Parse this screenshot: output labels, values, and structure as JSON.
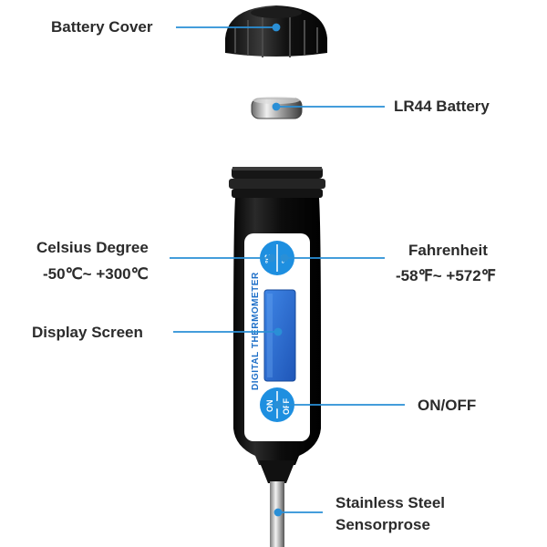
{
  "labels": {
    "battery_cover": "Battery Cover",
    "battery": "LR44 Battery",
    "celsius_title": "Celsius Degree",
    "celsius_range": "-50℃~ +300℃",
    "fahrenheit_title": "Fahrenheit",
    "fahrenheit_range": "-58℉~ +572℉",
    "display_screen": "Display Screen",
    "on_off": "ON/OFF",
    "probe_line1": "Stainless Steel",
    "probe_line2": "Sensorprose"
  },
  "device": {
    "vertical_text": "DIGITAL THERMOMETER",
    "top_button_top": "°C",
    "top_button_bottom": "°F",
    "bottom_button_top": "ON",
    "bottom_button_bottom": "OFF"
  },
  "colors": {
    "leader_line": "#2a8fd6",
    "button_blue": "#1e8fe0",
    "body_black": "#121212",
    "screen_blue": "#2f6fd2",
    "label_text": "#2b2b2b"
  }
}
